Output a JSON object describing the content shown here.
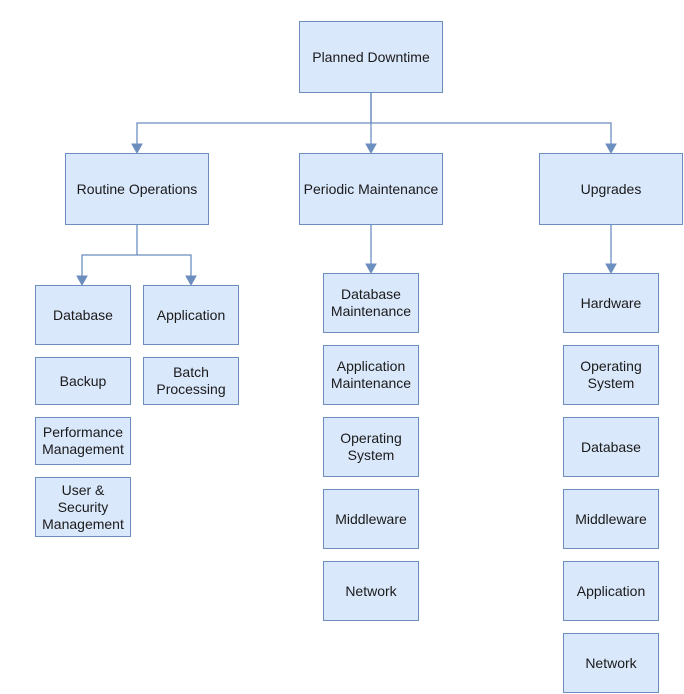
{
  "root": {
    "label": "Planned Downtime"
  },
  "branches": [
    {
      "label": "Routine Operations",
      "groups": [
        {
          "label": "Database",
          "items": [
            "Backup",
            "Performance\nManagement",
            "User &\nSecurity\nManagement"
          ]
        },
        {
          "label": "Application",
          "items": [
            "Batch\nProcessing"
          ]
        }
      ]
    },
    {
      "label": "Periodic Maintenance",
      "items": [
        "Database\nMaintenance",
        "Application\nMaintenance",
        "Operating\nSystem",
        "Middleware",
        "Network"
      ]
    },
    {
      "label": "Upgrades",
      "items": [
        "Hardware",
        "Operating\nSystem",
        "Database",
        "Middleware",
        "Application",
        "Network"
      ]
    }
  ]
}
